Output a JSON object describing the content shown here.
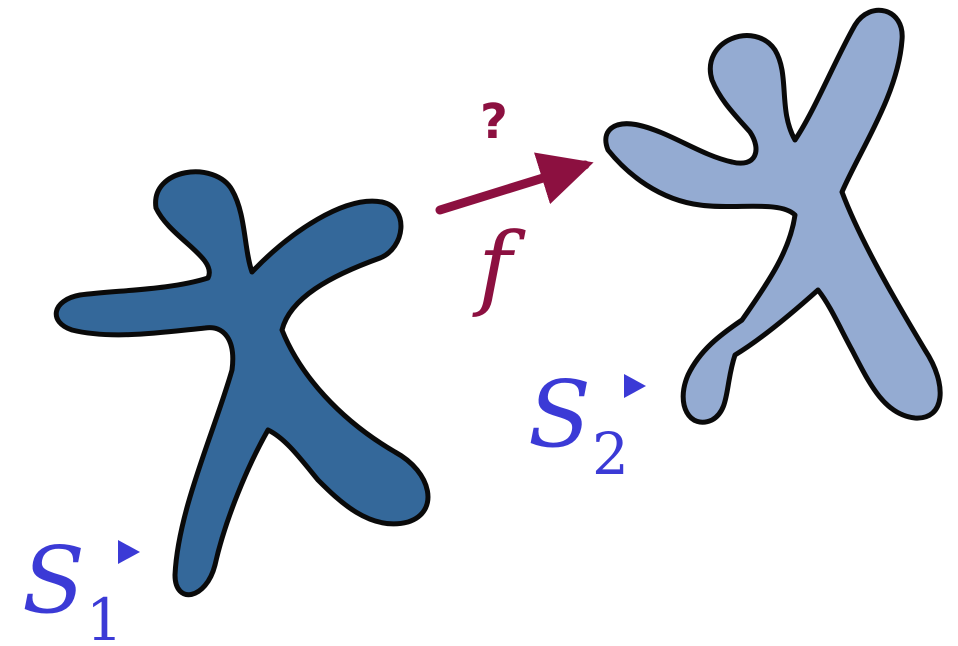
{
  "colors": {
    "shape1_fill": "#34689a",
    "shape2_fill": "#94abd2",
    "outline": "#0a0a0a",
    "label": "#3b3ad6",
    "arrow": "#8c1040"
  },
  "shape1": {
    "label_letter": "S",
    "label_subscript": "1"
  },
  "shape2": {
    "label_letter": "S",
    "label_subscript": "2"
  },
  "mapping": {
    "question_mark": "?",
    "function_label": "f"
  },
  "icons": {
    "marker": "triangle-marker-icon",
    "arrow": "arrow-right-icon"
  }
}
